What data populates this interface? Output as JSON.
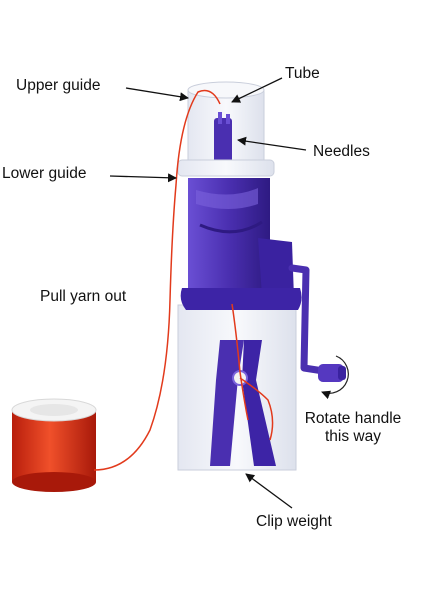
{
  "labels": {
    "upper_guide": "Upper guide",
    "tube": "Tube",
    "needles": "Needles",
    "lower_guide": "Lower guide",
    "pull_yarn_out": "Pull yarn out",
    "rotate_handle": "Rotate handle",
    "this_way": "this way",
    "clip_weight": "Clip weight"
  },
  "colors": {
    "machine_purple": "#4a2fb0",
    "machine_purple_dark": "#2e1a82",
    "tube_clear": "#eef0f6",
    "yarn_red": "#e23a1c",
    "spool_white": "#f4f4f4",
    "arrow": "#111111"
  }
}
